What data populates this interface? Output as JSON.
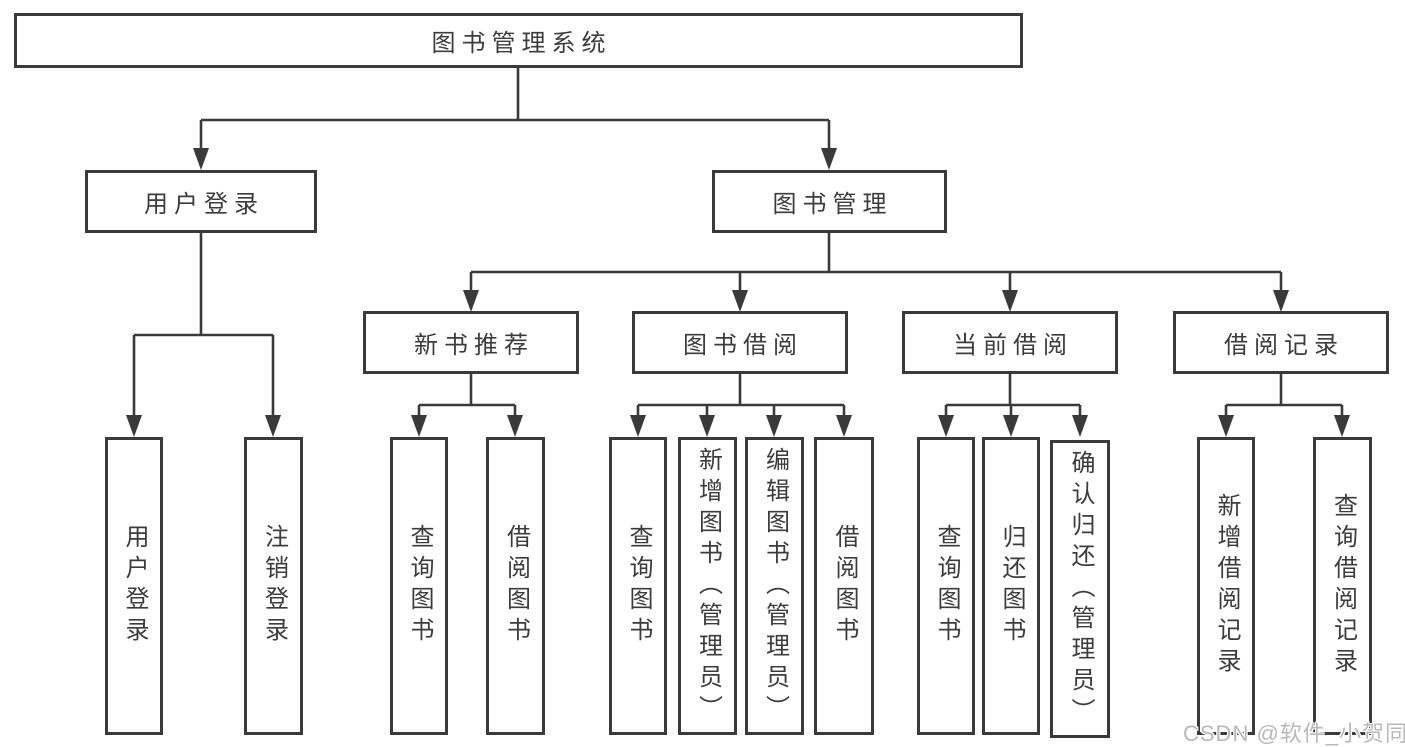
{
  "colors": {
    "line": "#3a3a3a",
    "node_text": "#3c3c3c",
    "node_fill": "#ffffff",
    "background": "#ffffff",
    "watermark": "#b9b9b9"
  },
  "watermark": "CSDN @软件_小贺同学",
  "tree": {
    "root": "图书管理系统",
    "branches": [
      {
        "label": "用户登录",
        "leaves": [
          "用户登录",
          "注销登录"
        ]
      },
      {
        "label": "图书管理",
        "sections": [
          {
            "label": "新书推荐",
            "leaves": [
              "查询图书",
              "借阅图书"
            ]
          },
          {
            "label": "图书借阅",
            "leaves": [
              "查询图书",
              "新增图书（管理员）",
              "编辑图书（管理员）",
              "借阅图书"
            ]
          },
          {
            "label": "当前借阅",
            "leaves": [
              "查询图书",
              "归还图书",
              "确认归还（管理员）"
            ]
          },
          {
            "label": "借阅记录",
            "leaves": [
              "新增借阅记录",
              "查询借阅记录"
            ]
          }
        ]
      }
    ]
  }
}
